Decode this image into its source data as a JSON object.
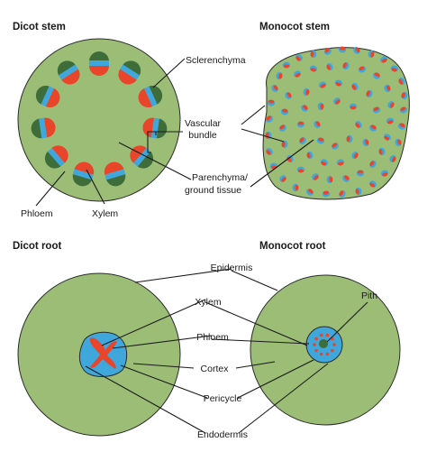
{
  "panels": {
    "dicot_stem": "Dicot stem",
    "monocot_stem": "Monocot stem",
    "dicot_root": "Dicot root",
    "monocot_root": "Monocot root"
  },
  "labels": {
    "sclerenchyma": "Sclerenchyma",
    "vascular_bundle_1": "Vascular",
    "vascular_bundle_2": "bundle",
    "parenchyma_1": "Parenchyma/",
    "parenchyma_2": "ground tissue",
    "phloem_stem": "Phloem",
    "xylem_stem": "Xylem",
    "epidermis": "Epidermis",
    "xylem_root": "Xylem",
    "phloem_root": "Phloem",
    "cortex": "Cortex",
    "pericycle": "Pericycle",
    "endodermis": "Endodermis",
    "pith": "Pith"
  },
  "colors": {
    "ground": "#9bbd76",
    "outline": "#2b2b2b",
    "xylem": "#e8452a",
    "phloem": "#3fa7dc",
    "sclerenchyma": "#3f6d3a",
    "stele": "#3fa7dc",
    "pith": "#3f6d3a"
  }
}
